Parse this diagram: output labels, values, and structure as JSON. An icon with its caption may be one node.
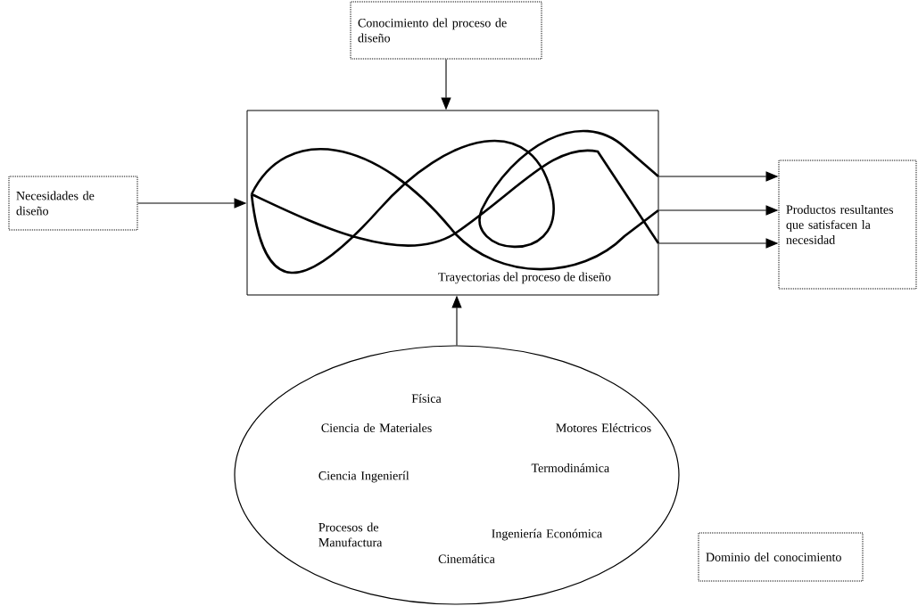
{
  "diagram": {
    "nodes": [
      {
        "text": [
          "Conocimiento del proceso de diseño"
        ]
      },
      {
        "text": [
          "Trayectorias del proceso de diseño"
        ]
      },
      {
        "text": [
          "Necesidades de diseño"
        ]
      },
      {
        "text": [
          "Productos resultantes que satisfacen la necesidad"
        ]
      },
      {
        "text": [
          "Física",
          "Ciencia de Materiales",
          "Motores Eléctricos",
          "Ciencia Ingenieríl",
          "Termodinámica",
          "Procesos de Manufactura",
          "Ingeniería Económica",
          "Cinemática"
        ]
      },
      {
        "text": [
          "Dominio del conocimiento"
        ]
      }
    ],
    "edges": [
      {
        "from": 0,
        "to": 1,
        "arrow": "to"
      },
      {
        "from": 2,
        "to": 1,
        "arrow": "to"
      },
      {
        "from": 1,
        "to": 3,
        "arrow": "to"
      },
      {
        "from": 1,
        "to": 3,
        "arrow": "to"
      },
      {
        "from": 1,
        "to": 3,
        "arrow": "to"
      },
      {
        "from": 4,
        "to": 1,
        "arrow": "to"
      }
    ]
  }
}
